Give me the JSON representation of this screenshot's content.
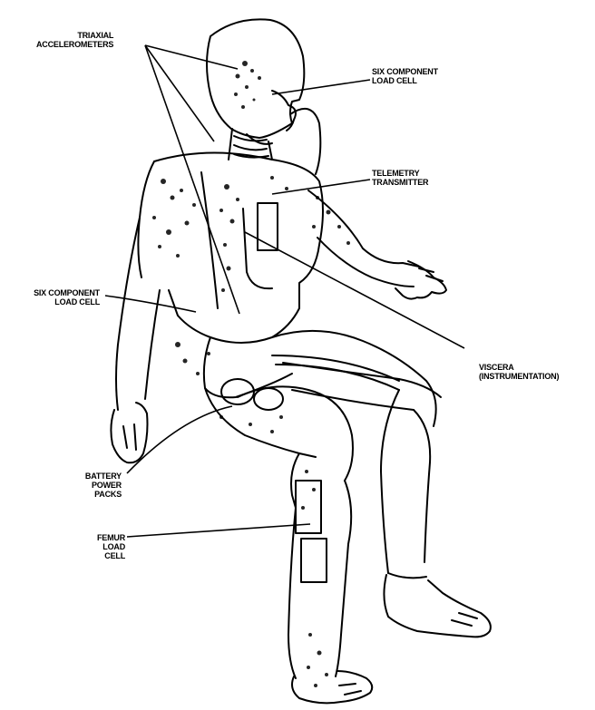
{
  "callouts": {
    "triaxial_accelerometers": [
      "TRIAXIAL",
      "ACCELEROMETERS"
    ],
    "six_component_load_cell_neck": [
      "SIX COMPONENT",
      "LOAD CELL"
    ],
    "telemetry_transmitter": [
      "TELEMETRY",
      "TRANSMITTER"
    ],
    "six_component_load_cell_lumbar": [
      "SIX COMPONENT",
      "LOAD CELL"
    ],
    "viscera_instrumentation": [
      "VISCERA",
      "(INSTRUMENTATION)"
    ],
    "battery_power_packs": [
      "BATTERY",
      "POWER",
      "PACKS"
    ],
    "femur_load_cell": [
      "FEMUR",
      "LOAD",
      "CELL"
    ]
  },
  "colors": {
    "ink": "#000000",
    "paper": "#ffffff"
  }
}
